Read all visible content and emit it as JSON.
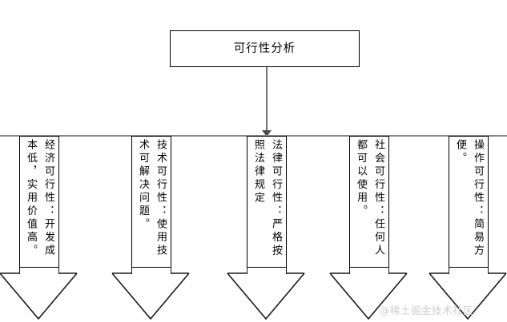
{
  "diagram": {
    "type": "tree-diagram",
    "title": "可行性分析",
    "root": {
      "label": "可行性分析"
    },
    "watermark": "@稀土掘金技术社区",
    "colors": {
      "stroke": "#000000",
      "connector": "#8a8a8a",
      "background": "#ffffff",
      "watermark": "#cfcfcf"
    },
    "branches": [
      {
        "id": "economic",
        "title": "经济可行性",
        "detail": "开发成本低，实用价值高。",
        "text": "经济可行性：开发成本低，实用价值高。"
      },
      {
        "id": "technical",
        "title": "技术可行性",
        "detail": "使用技术可解决问题。",
        "text": "技术可行性：使用技术可解决问题。"
      },
      {
        "id": "legal",
        "title": "法律可行性",
        "detail": "严格按照法律规定",
        "text": "法律可行性：严格按照法律规定"
      },
      {
        "id": "social",
        "title": "社会可行性",
        "detail": "任何人都可以使用。",
        "text": "社会可行性：任何人都可以使用。"
      },
      {
        "id": "operational",
        "title": "操作可行性",
        "detail": "简易方便。",
        "text": "操作可行性：简易方便。"
      }
    ]
  }
}
